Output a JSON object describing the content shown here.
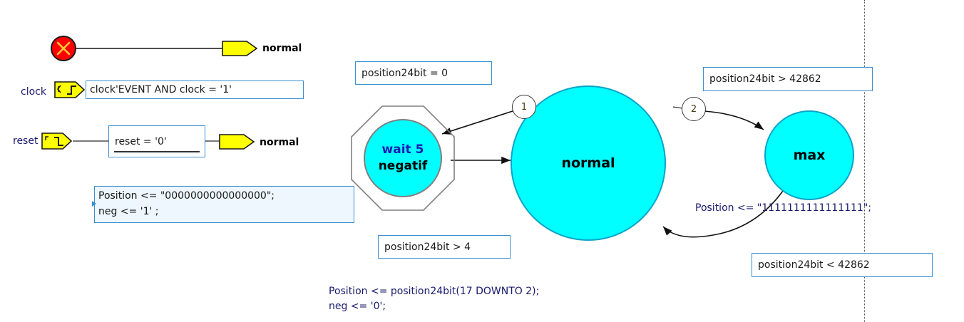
{
  "diagram": {
    "title": "VHDL FSM state diagram",
    "colors": {
      "state_fill": "#00ffff",
      "state_border": "#0aa5c8",
      "box_border": "#3a8fd0",
      "tag_fill": "#ffff00",
      "start_fill": "#ff0000",
      "start_mark": "#ffcc33",
      "text": "#1a1a1a",
      "signal_text": "#1a1a6e"
    }
  },
  "legend": {
    "start": {
      "icon": "red-x-circle",
      "target_label": "normal"
    },
    "clock": {
      "signal_label": "clock",
      "icon": "rising-edge-icon",
      "expression": "clock'EVENT AND clock = '1'"
    },
    "reset": {
      "signal_label": "reset",
      "icon": "falling-edge-icon",
      "condition": "reset = '0'",
      "target_label": "normal"
    },
    "reset_actions": {
      "line1": "Position <= \"0000000000000000\";",
      "line2": "neg <= '1' ;"
    }
  },
  "states": [
    {
      "id": "wait5negatif",
      "line1": "wait 5",
      "line2": "negatif",
      "shape": "circle-in-octagon"
    },
    {
      "id": "normal",
      "label": "normal",
      "shape": "circle"
    },
    {
      "id": "max",
      "label": "max",
      "shape": "circle"
    }
  ],
  "transitions": [
    {
      "index": "1",
      "from": "normal",
      "to": "wait5negatif",
      "condition": "position24bit = 0"
    },
    {
      "index": "",
      "from": "wait5negatif",
      "to": "normal",
      "condition": "position24bit > 4"
    },
    {
      "index": "2",
      "from": "normal",
      "to": "max",
      "condition": "position24bit > 42862"
    },
    {
      "index": "",
      "from": "max",
      "to": "normal",
      "condition": "position24bit < 42862",
      "action": "Position <= \"1111111111111111\";"
    }
  ],
  "conditions": {
    "pos_eq_0": "position24bit = 0",
    "pos_gt_4": "position24bit > 4",
    "pos_gt_42862": "position24bit > 42862",
    "pos_lt_42862": "position24bit < 42862"
  },
  "actions": {
    "max_entry": "Position <= \"1111111111111111\";",
    "normal_line1": "Position <= position24bit(17 DOWNTO 2);",
    "normal_line2": "neg <= '0';"
  }
}
